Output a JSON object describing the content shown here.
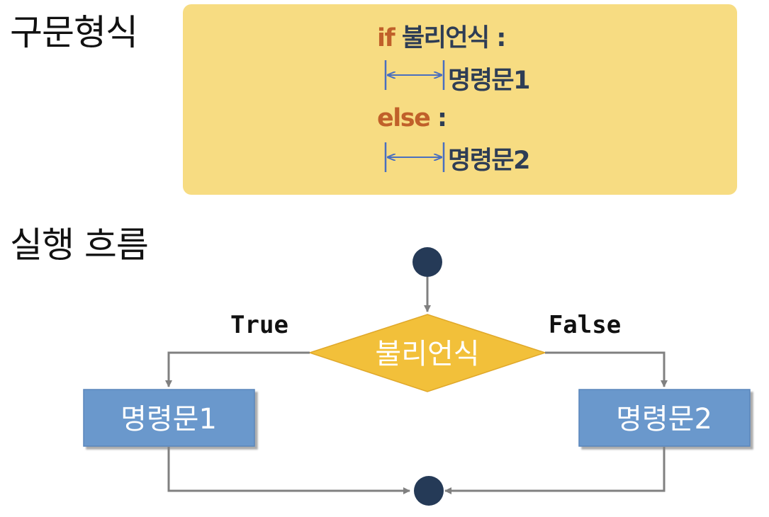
{
  "headings": {
    "syntax": "구문형식",
    "flow": "실행 흐름"
  },
  "syntax": {
    "if_keyword": "if",
    "condition": "불리언식",
    "colon1": ":",
    "statement1": "명령문1",
    "else_keyword": "else",
    "colon2": ":",
    "statement2": "명령문2"
  },
  "flowchart": {
    "condition": "불리언식",
    "true_label": "True",
    "false_label": "False",
    "true_statement": "명령문1",
    "false_statement": "명령문2"
  },
  "colors": {
    "syntax_box": "#f7dc82",
    "keyword": "#c0602a",
    "diamond": "#f2c03a",
    "statement_box": "#6a98cc",
    "node": "#253a57",
    "arrow": "#808080",
    "indent_marker": "#4a6fbf"
  }
}
